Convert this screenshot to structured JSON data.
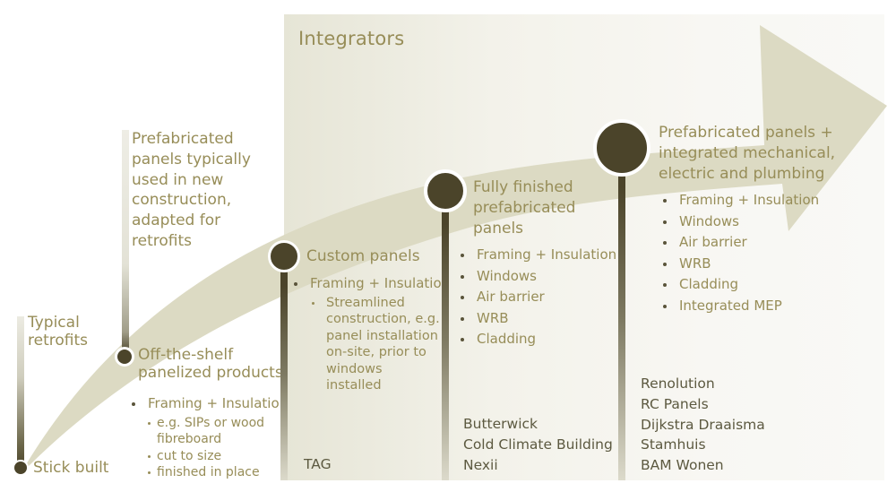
{
  "colors": {
    "accent_text": "#978d58",
    "node_fill": "#4b442a",
    "arrow_fill": "#dcdac3",
    "company_text": "#5c5940"
  },
  "integrators": {
    "title": "Integrators"
  },
  "stages": [
    {
      "id": "stick-built",
      "title": "Stick built",
      "side_note": "Typical retrofits",
      "items": [],
      "companies": []
    },
    {
      "id": "off-the-shelf",
      "title": "Off-the-shelf panelized products",
      "side_note": "Prefabricated panels typically used in new construction, adapted for retrofits",
      "items": [
        {
          "text": "Framing + Insulation",
          "sub": [
            "e.g. SIPs or wood fibreboard",
            "cut to size",
            "finished in place"
          ]
        }
      ],
      "companies": []
    },
    {
      "id": "custom-panels",
      "title": "Custom panels",
      "items": [
        {
          "text": "Framing + Insulation",
          "sub": [
            "Streamlined construction, e.g. panel installation on-site, prior to windows installed"
          ]
        }
      ],
      "companies": [
        "TAG"
      ]
    },
    {
      "id": "fully-finished",
      "title": "Fully finished prefabricated panels",
      "items": [
        {
          "text": "Framing + Insulation"
        },
        {
          "text": "Windows"
        },
        {
          "text": "Air barrier"
        },
        {
          "text": "WRB"
        },
        {
          "text": "Cladding"
        }
      ],
      "companies": [
        "Butterwick",
        "Cold Climate Building",
        "Nexii"
      ]
    },
    {
      "id": "integrated-mep",
      "title": "Prefabricated panels + integrated mechanical, electric and plumbing",
      "items": [
        {
          "text": "Framing + Insulation"
        },
        {
          "text": "Windows"
        },
        {
          "text": "Air barrier"
        },
        {
          "text": "WRB"
        },
        {
          "text": "Cladding"
        },
        {
          "text": "Integrated MEP"
        }
      ],
      "companies": [
        "Renolution",
        "RC Panels",
        "Dijkstra Draaisma",
        "Stamhuis",
        "BAM Wonen"
      ]
    }
  ]
}
